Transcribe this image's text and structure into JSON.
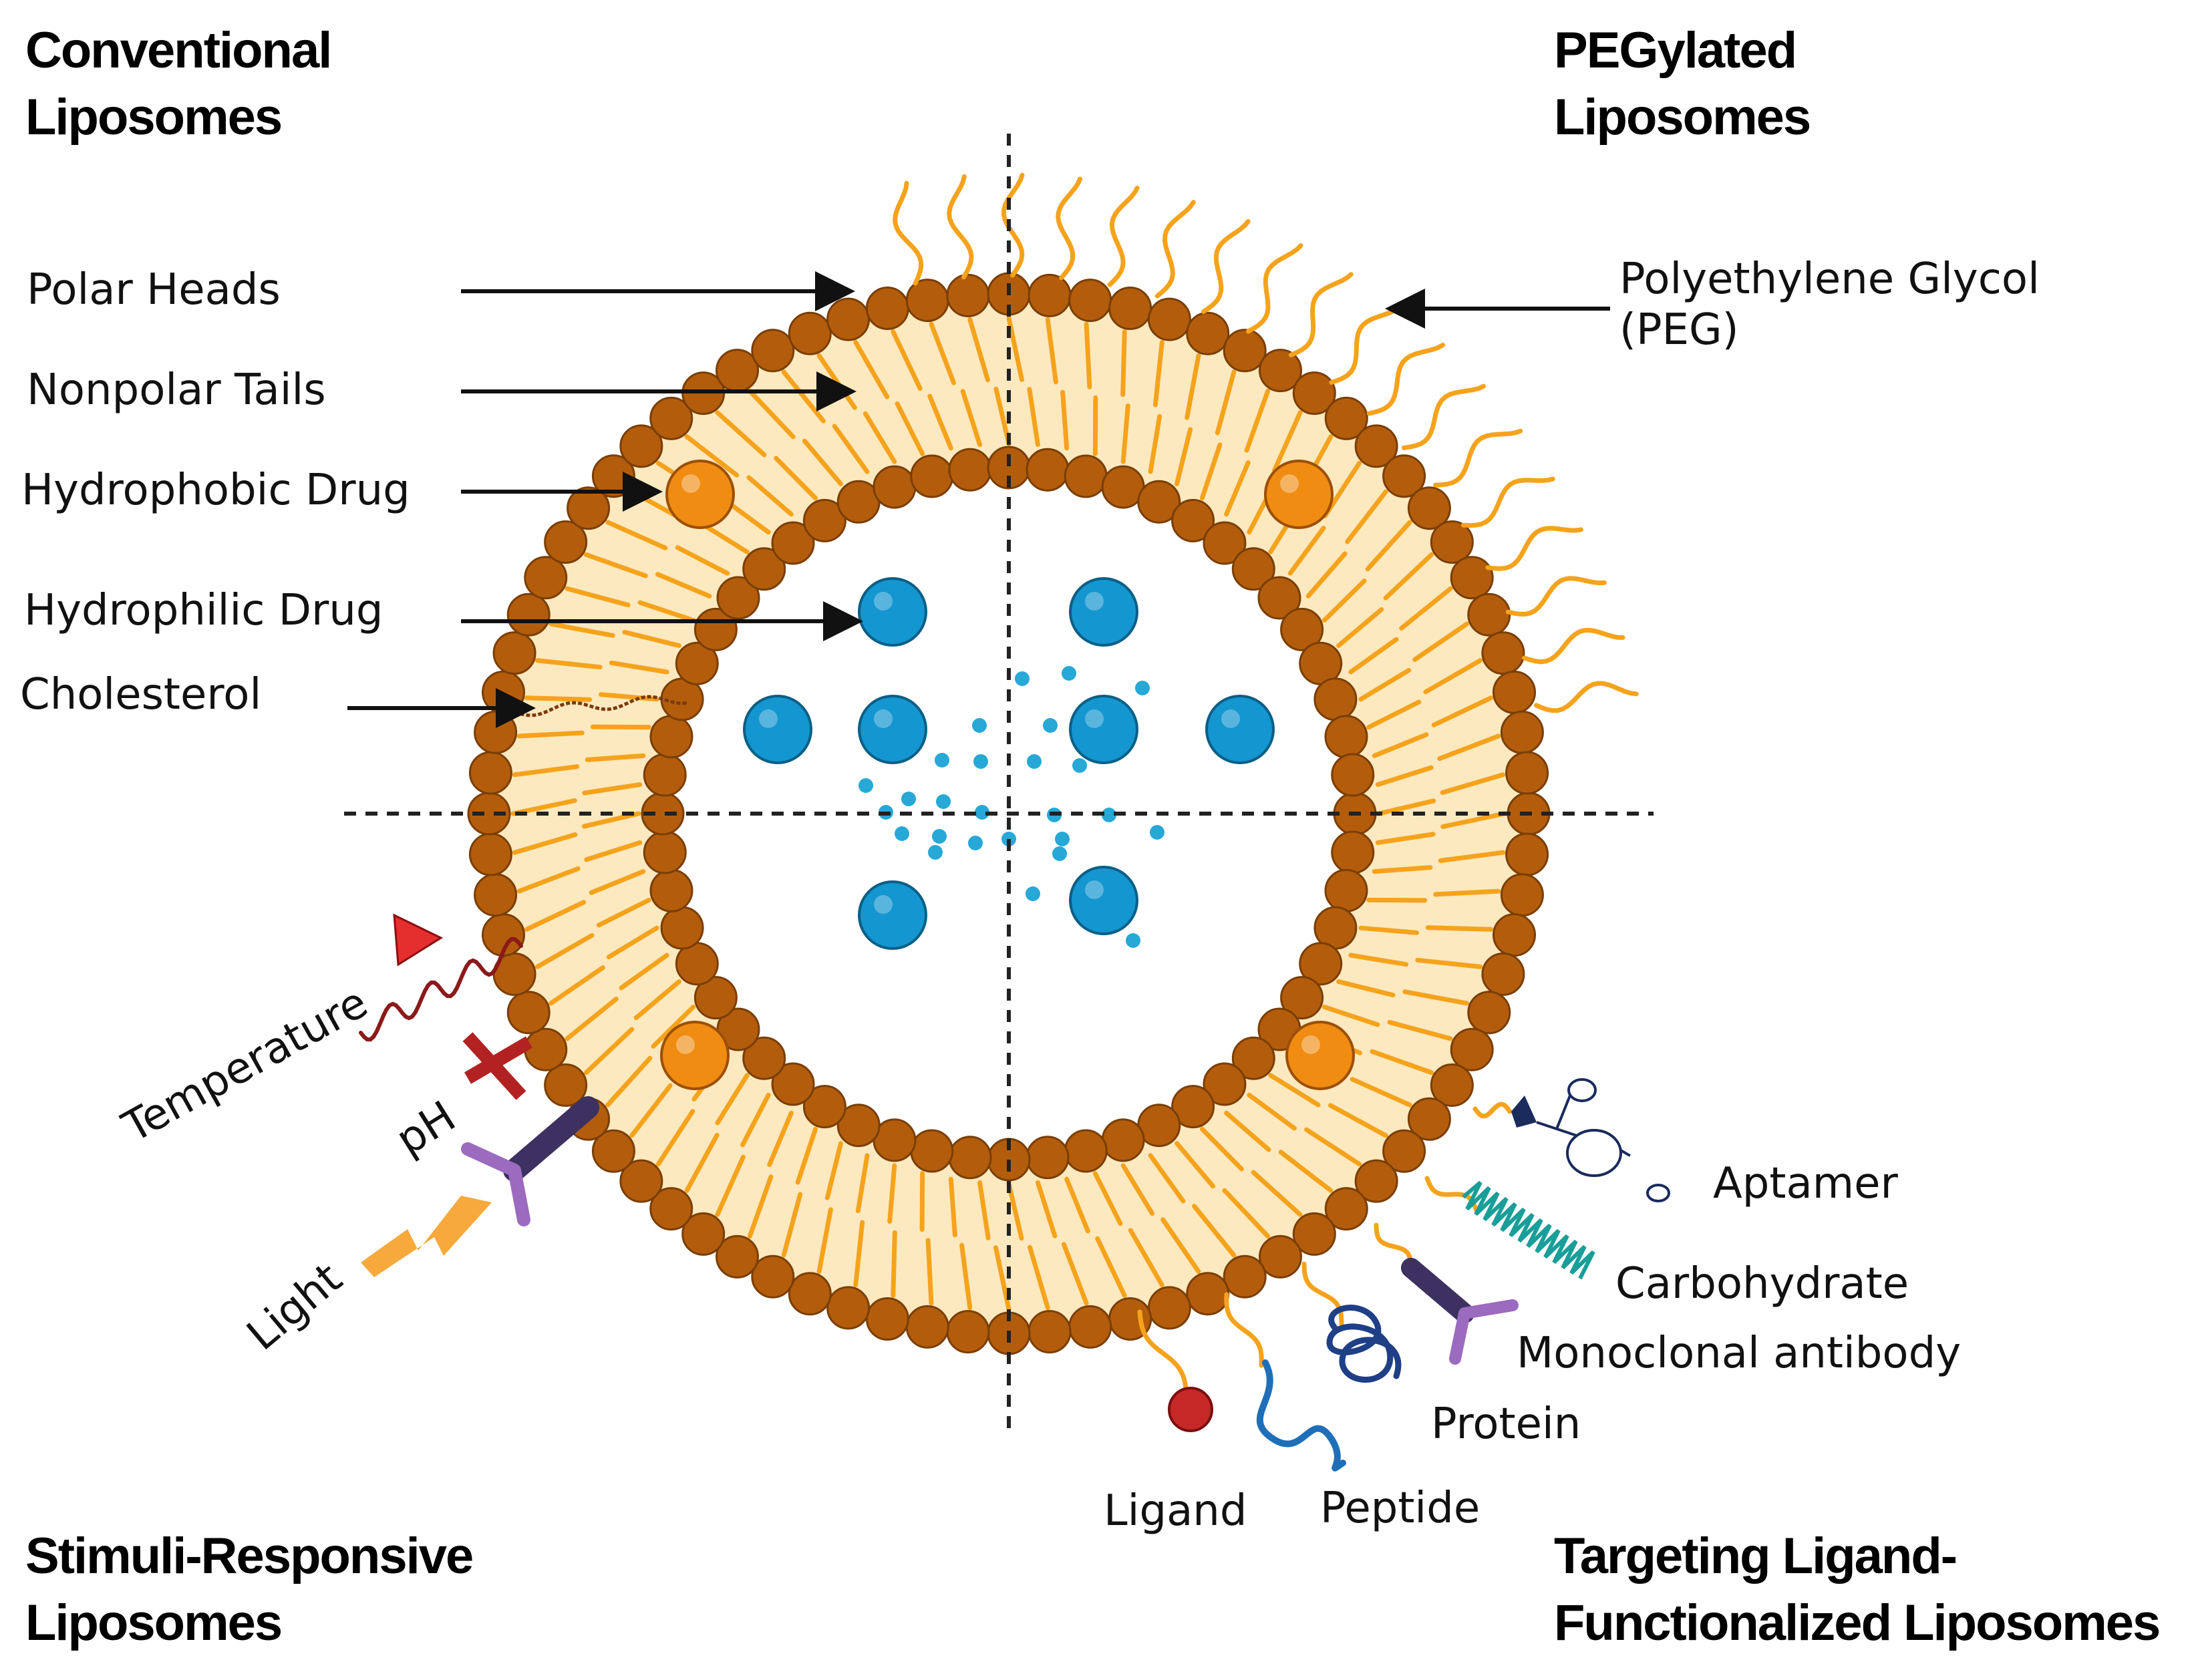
{
  "quadrants": {
    "top_left": [
      "Conventional",
      "Liposomes"
    ],
    "top_right": [
      "PEGylated",
      "Liposomes"
    ],
    "bottom_left": [
      "Stimuli-Responsive",
      "Liposomes"
    ],
    "bottom_right": [
      "Targeting Ligand-",
      "Functionalized Liposomes"
    ]
  },
  "structure_labels": {
    "polar_heads": "Polar Heads",
    "nonpolar_tails": "Nonpolar Tails",
    "hydrophobic_drug": "Hydrophobic Drug",
    "hydrophilic_drug": "Hydrophilic Drug",
    "cholesterol": "Cholesterol",
    "peg": [
      "Polyethylene Glycol",
      "(PEG)"
    ]
  },
  "stimuli_labels": {
    "temperature": "Temperature",
    "ph": "pH",
    "light": "Light"
  },
  "targeting_labels": {
    "aptamer": "Aptamer",
    "carbohydrate": "Carbohydrate",
    "monoclonal_antibody": "Monoclonal antibody",
    "protein": "Protein",
    "peptide": "Peptide",
    "ligand": "Ligand"
  },
  "colors": {
    "polar_head": "#b35d0c",
    "polar_head_edge": "#7a3e05",
    "tail": "#f5a31c",
    "bilayer_fill": "#fde9c0",
    "hydrophobic_drug": "#f08c12",
    "hydrophilic_drug": "#1496d0",
    "dots": "#27a8d6",
    "cholesterol": "#7a3a10",
    "antibody_stem": "#3c3160",
    "antibody_arms": "#9b6bbf",
    "temperature": "#e52e2e",
    "wave": "#8b1a1a",
    "ph": "#b22222",
    "light": "#f7a93c",
    "ligand": "#c62828",
    "peptide": "#1f6fb8",
    "protein": "#1f3f86",
    "carbohydrate": "#1a9e99",
    "aptamer": "#1a2b5c"
  }
}
